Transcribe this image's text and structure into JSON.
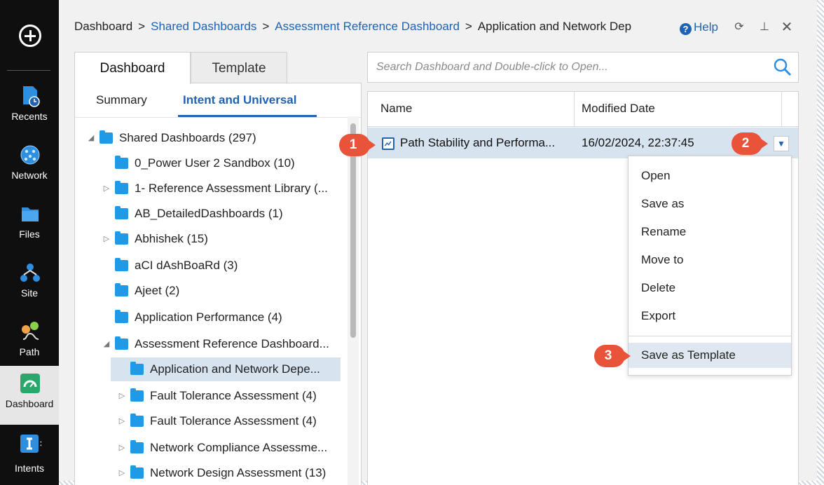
{
  "rail": {
    "items": [
      {
        "label": "Recents",
        "icon": "recents-icon"
      },
      {
        "label": "Network",
        "icon": "network-icon"
      },
      {
        "label": "Files",
        "icon": "files-icon"
      },
      {
        "label": "Site",
        "icon": "site-icon"
      },
      {
        "label": "Path",
        "icon": "path-icon"
      },
      {
        "label": "Dashboard",
        "icon": "dashboard-icon",
        "active": true
      },
      {
        "label": "Intents",
        "icon": "intents-icon"
      }
    ]
  },
  "breadcrumb": {
    "items": [
      "Dashboard",
      "Shared Dashboards",
      "Assessment Reference Dashboard",
      "Application and Network Dep"
    ],
    "separator": ">"
  },
  "header": {
    "help_label": "Help"
  },
  "tabs": [
    "Dashboard",
    "Template"
  ],
  "subtabs": [
    "Summary",
    "Intent and Universal"
  ],
  "tree": {
    "rows": [
      {
        "label": "Shared Dashboards (297)",
        "twisty": "◢"
      },
      {
        "label": "0_Power User 2 Sandbox (10)",
        "twisty": ""
      },
      {
        "label": "1- Reference Assessment Library (...",
        "twisty": "▷"
      },
      {
        "label": "AB_DetailedDashboards (1)",
        "twisty": ""
      },
      {
        "label": "Abhishek (15)",
        "twisty": "▷"
      },
      {
        "label": "aCI dAshBoaRd (3)",
        "twisty": ""
      },
      {
        "label": "Ajeet (2)",
        "twisty": ""
      },
      {
        "label": "Application Performance (4)",
        "twisty": ""
      },
      {
        "label": "Assessment Reference Dashboard...",
        "twisty": "◢"
      },
      {
        "label": "Application and Network Depe...",
        "twisty": ""
      },
      {
        "label": "Fault Tolerance Assessment (4)",
        "twisty": "▷"
      },
      {
        "label": "Fault Tolerance Assessment (4)",
        "twisty": "▷"
      },
      {
        "label": "Network Compliance Assessme...",
        "twisty": "▷"
      },
      {
        "label": "Network Design Assessment (13)",
        "twisty": "▷"
      }
    ]
  },
  "search": {
    "placeholder": "Search Dashboard and Double-click to Open..."
  },
  "list": {
    "columns": [
      "Name",
      "Modified Date"
    ],
    "rows": [
      {
        "name": "Path Stability and Performa...",
        "date": "16/02/2024, 22:37:45"
      }
    ]
  },
  "context_menu": {
    "items": [
      "Open",
      "Save as",
      "Rename",
      "Move to",
      "Delete",
      "Export"
    ],
    "highlighted": "Save as Template"
  },
  "callouts": [
    "1",
    "2",
    "3"
  ],
  "colors": {
    "accent": "#1f63b4",
    "folder": "#1f9ae6",
    "callout": "#e8533a",
    "selection": "#d7e3ee"
  }
}
